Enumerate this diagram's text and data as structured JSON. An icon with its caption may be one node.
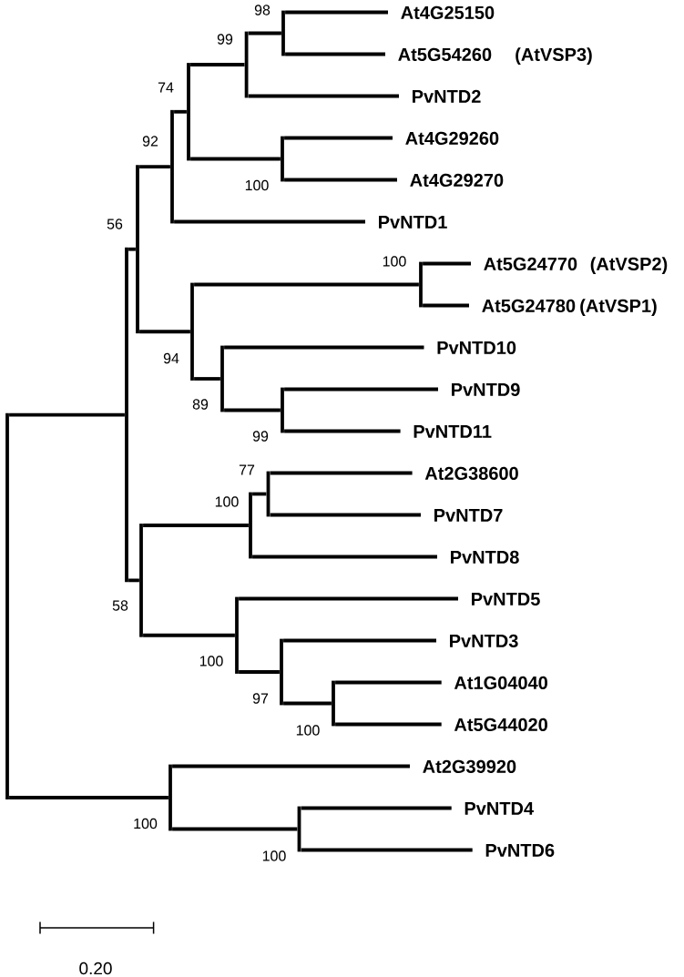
{
  "diagram": {
    "nodes": [
      {
        "text": [
          "At4G25150"
        ]
      },
      {
        "text": [
          "At5G54260"
        ],
        "beside": [
          "(AtVSP3)"
        ]
      },
      {
        "text": [
          "PvNTD2"
        ]
      },
      {
        "text": [
          "At4G29260"
        ]
      },
      {
        "text": [
          "At4G29270"
        ]
      },
      {
        "text": [
          "PvNTD1"
        ]
      },
      {
        "text": [
          "At5G24770"
        ],
        "beside": [
          "(AtVSP2)"
        ]
      },
      {
        "text": [
          "At5G24780"
        ],
        "beside": [
          "(AtVSP1)"
        ]
      },
      {
        "text": [
          "PvNTD10"
        ]
      },
      {
        "text": [
          "PvNTD9"
        ]
      },
      {
        "text": [
          "PvNTD11"
        ]
      },
      {
        "text": [
          "At2G38600"
        ]
      },
      {
        "text": [
          "PvNTD7"
        ]
      },
      {
        "text": [
          "PvNTD8"
        ]
      },
      {
        "text": [
          "PvNTD5"
        ]
      },
      {
        "text": [
          "PvNTD3"
        ]
      },
      {
        "text": [
          "At1G04040"
        ]
      },
      {
        "text": [
          "At5G44020"
        ]
      },
      {
        "text": [
          "At2G39920"
        ]
      },
      {
        "text": [
          "PvNTD4"
        ]
      },
      {
        "text": [
          "PvNTD6"
        ]
      },
      {
        "text": [],
        "shape": "bar"
      },
      {
        "text": [],
        "shape": "bar"
      },
      {
        "text": [],
        "shape": "bar",
        "beside": [
          "56"
        ]
      },
      {
        "text": [],
        "shape": "bar",
        "beside": [
          "92"
        ]
      },
      {
        "text": [],
        "shape": "bar",
        "beside": [
          "74"
        ]
      },
      {
        "text": [],
        "shape": "bar",
        "beside": [
          "99"
        ]
      },
      {
        "text": [],
        "shape": "bar",
        "beside": [
          "98"
        ]
      },
      {
        "text": [],
        "shape": "bar",
        "beside": [
          "100"
        ]
      },
      {
        "text": [],
        "shape": "bar",
        "beside": [
          "94"
        ]
      },
      {
        "text": [],
        "shape": "bar",
        "beside": [
          "100"
        ]
      },
      {
        "text": [],
        "shape": "bar",
        "beside": [
          "89"
        ]
      },
      {
        "text": [],
        "shape": "bar",
        "beside": [
          "99"
        ]
      },
      {
        "text": [],
        "shape": "bar",
        "beside": [
          "58"
        ]
      },
      {
        "text": [],
        "shape": "bar",
        "beside": [
          "100"
        ]
      },
      {
        "text": [],
        "shape": "bar",
        "beside": [
          "77"
        ]
      },
      {
        "text": [],
        "shape": "bar",
        "beside": [
          "100"
        ]
      },
      {
        "text": [],
        "shape": "bar",
        "beside": [
          "97"
        ]
      },
      {
        "text": [],
        "shape": "bar",
        "beside": [
          "100"
        ]
      },
      {
        "text": [],
        "shape": "bar",
        "beside": [
          "100"
        ]
      },
      {
        "text": [],
        "shape": "bar",
        "beside": [
          "100"
        ]
      }
    ],
    "edges": [
      {
        "from": 21,
        "to": 22,
        "arrow": "none"
      },
      {
        "from": 21,
        "to": 39,
        "arrow": "none"
      },
      {
        "from": 22,
        "to": 23,
        "arrow": "none"
      },
      {
        "from": 22,
        "to": 33,
        "arrow": "none"
      },
      {
        "from": 23,
        "to": 24,
        "arrow": "none"
      },
      {
        "from": 23,
        "to": 29,
        "arrow": "none"
      },
      {
        "from": 24,
        "to": 25,
        "arrow": "none"
      },
      {
        "from": 24,
        "to": 5,
        "arrow": "none"
      },
      {
        "from": 25,
        "to": 26,
        "arrow": "none"
      },
      {
        "from": 25,
        "to": 28,
        "arrow": "none"
      },
      {
        "from": 26,
        "to": 27,
        "arrow": "none"
      },
      {
        "from": 26,
        "to": 2,
        "arrow": "none"
      },
      {
        "from": 27,
        "to": 0,
        "arrow": "none"
      },
      {
        "from": 27,
        "to": 1,
        "arrow": "none"
      },
      {
        "from": 28,
        "to": 3,
        "arrow": "none"
      },
      {
        "from": 28,
        "to": 4,
        "arrow": "none"
      },
      {
        "from": 29,
        "to": 30,
        "arrow": "none"
      },
      {
        "from": 29,
        "to": 31,
        "arrow": "none"
      },
      {
        "from": 30,
        "to": 6,
        "arrow": "none"
      },
      {
        "from": 30,
        "to": 7,
        "arrow": "none"
      },
      {
        "from": 31,
        "to": 8,
        "arrow": "none"
      },
      {
        "from": 31,
        "to": 32,
        "arrow": "none"
      },
      {
        "from": 32,
        "to": 9,
        "arrow": "none"
      },
      {
        "from": 32,
        "to": 10,
        "arrow": "none"
      },
      {
        "from": 33,
        "to": 34,
        "arrow": "none"
      },
      {
        "from": 33,
        "to": 36,
        "arrow": "none"
      },
      {
        "from": 34,
        "to": 35,
        "arrow": "none"
      },
      {
        "from": 34,
        "to": 13,
        "arrow": "none"
      },
      {
        "from": 35,
        "to": 11,
        "arrow": "none"
      },
      {
        "from": 35,
        "to": 12,
        "arrow": "none"
      },
      {
        "from": 36,
        "to": 14,
        "arrow": "none"
      },
      {
        "from": 36,
        "to": 37,
        "arrow": "none"
      },
      {
        "from": 37,
        "to": 15,
        "arrow": "none"
      },
      {
        "from": 37,
        "to": 38,
        "arrow": "none"
      },
      {
        "from": 38,
        "to": 16,
        "arrow": "none"
      },
      {
        "from": 38,
        "to": 17,
        "arrow": "none"
      },
      {
        "from": 39,
        "to": 18,
        "arrow": "none"
      },
      {
        "from": 39,
        "to": 40,
        "arrow": "none"
      },
      {
        "from": 40,
        "to": 19,
        "arrow": "none"
      },
      {
        "from": 40,
        "to": 20,
        "arrow": "none"
      }
    ],
    "labels": [
      "0.20"
    ]
  }
}
